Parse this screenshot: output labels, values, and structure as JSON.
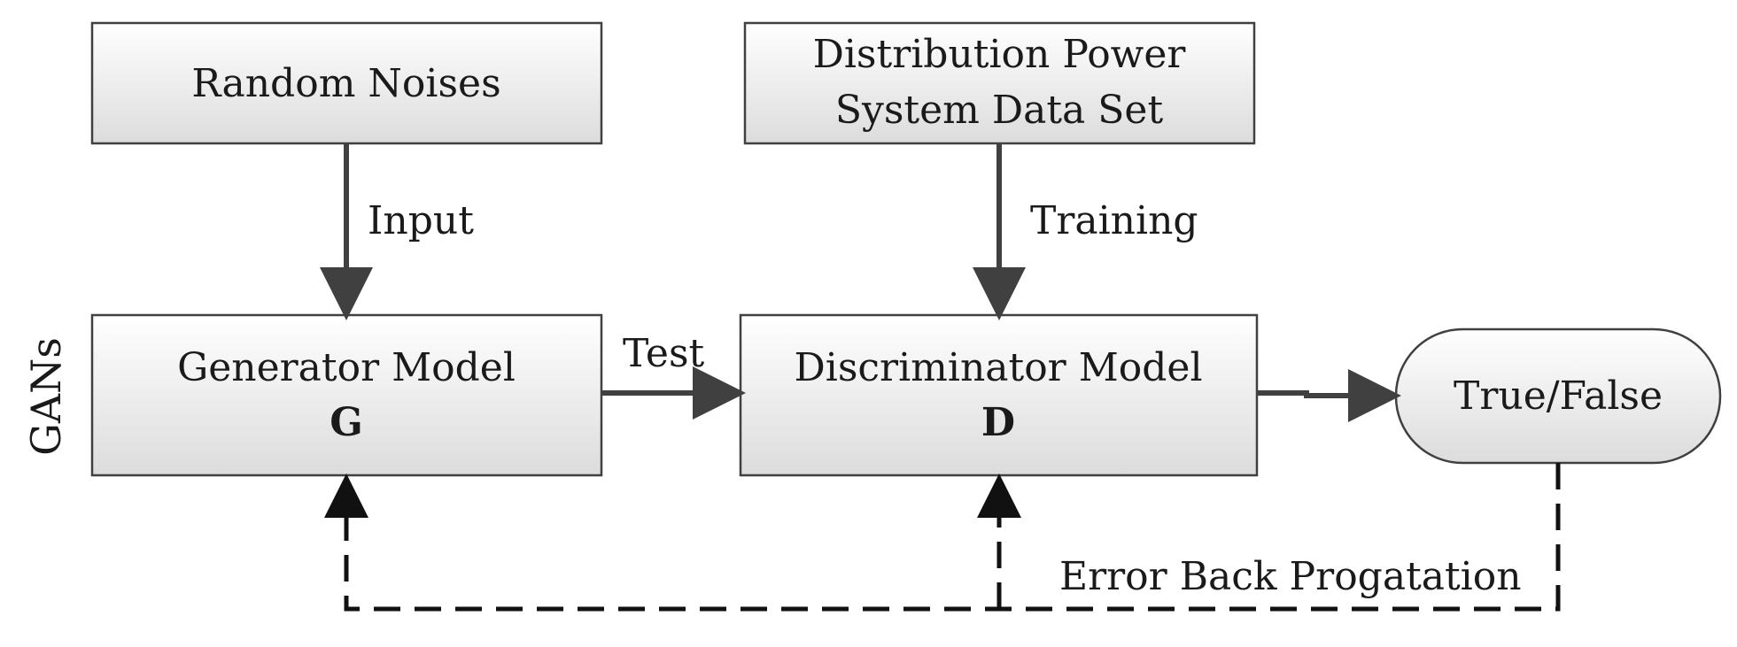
{
  "side_label": "GANs",
  "boxes": {
    "random_noises": {
      "label": "Random Noises"
    },
    "dataset": {
      "line1": "Distribution Power",
      "line2": "System Data Set"
    },
    "generator": {
      "label": "Generator Model",
      "symbol": "G"
    },
    "discriminator": {
      "label": "Discriminator Model",
      "symbol": "D"
    },
    "output": {
      "label": "True/False"
    }
  },
  "edge_labels": {
    "input": "Input",
    "training": "Training",
    "test": "Test",
    "error": "Error Back Progatation"
  },
  "colors": {
    "box_fill_top": "#ffffff",
    "box_fill_bottom": "#dcdcdc",
    "stroke": "#404040",
    "text": "#1a1a1a"
  }
}
